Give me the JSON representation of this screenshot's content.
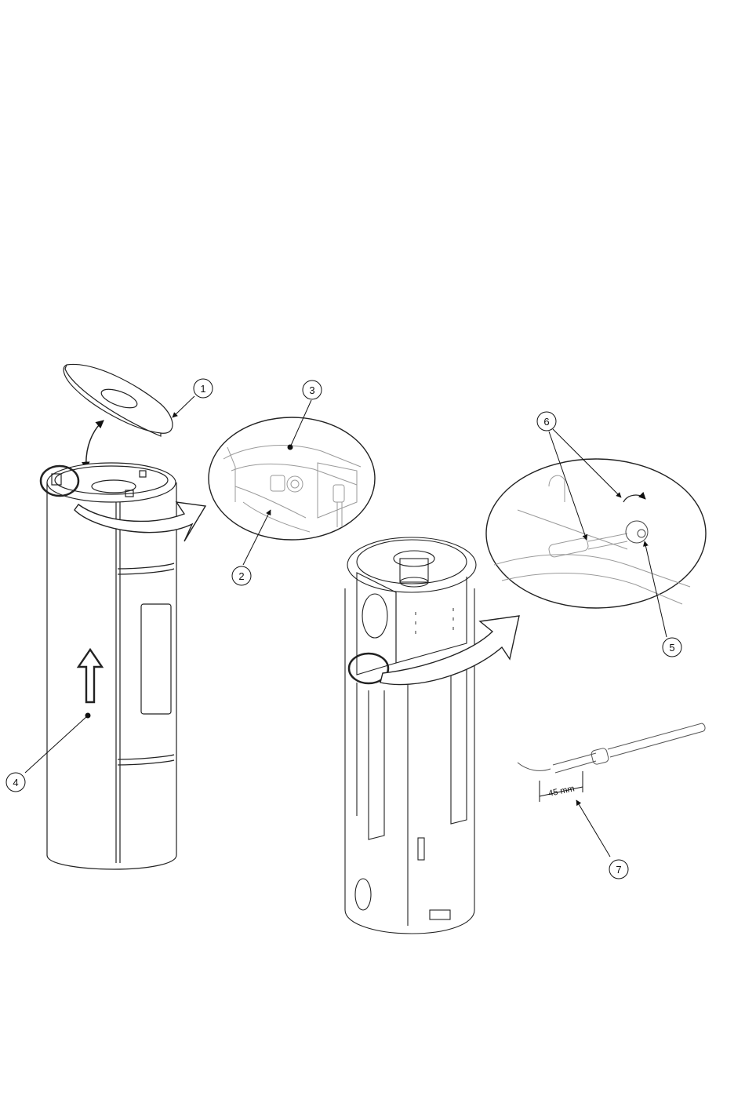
{
  "callouts": {
    "c1": "1",
    "c2": "2",
    "c3": "3",
    "c4": "4",
    "c5": "5",
    "c6": "6",
    "c7": "7"
  },
  "dimension": {
    "sleeve_offset": "45 mm"
  },
  "colors": {
    "line": "#222222",
    "light_line": "#9a9a9a"
  }
}
